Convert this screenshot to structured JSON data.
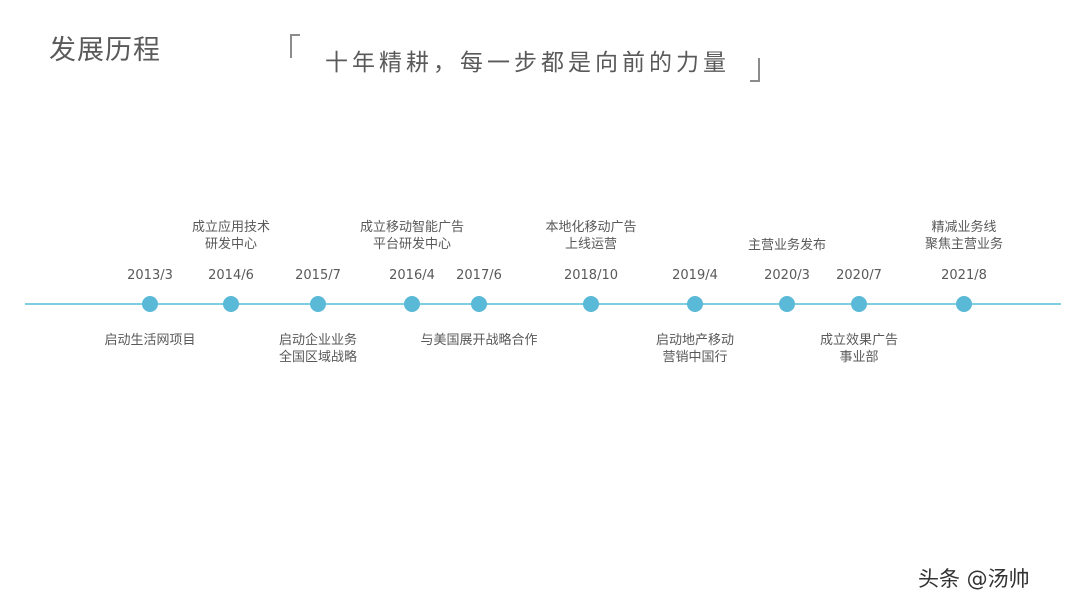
{
  "title": "发展历程",
  "slogan": "十年精耕，每一步都是向前的力量",
  "watermark": "头条 @汤帅",
  "timeline": [
    {
      "date": "2013/3",
      "position": "below",
      "lines": [
        "启动生活网项目"
      ]
    },
    {
      "date": "2014/6",
      "position": "above",
      "lines": [
        "成立应用技术",
        "研发中心"
      ]
    },
    {
      "date": "2015/7",
      "position": "below",
      "lines": [
        "启动企业业务",
        "全国区域战略"
      ]
    },
    {
      "date": "2016/4",
      "position": "above",
      "lines": [
        "成立移动智能广告",
        "平台研发中心"
      ]
    },
    {
      "date": "2017/6",
      "position": "below",
      "lines": [
        "与美国展开战略合作"
      ]
    },
    {
      "date": "2018/10",
      "position": "above",
      "lines": [
        "本地化移动广告",
        "上线运营"
      ]
    },
    {
      "date": "2019/4",
      "position": "below",
      "lines": [
        "启动地产移动",
        "营销中国行"
      ]
    },
    {
      "date": "2020/3",
      "position": "above",
      "lines": [
        "主营业务发布"
      ]
    },
    {
      "date": "2020/7",
      "position": "below",
      "lines": [
        "成立效果广告",
        "事业部"
      ]
    },
    {
      "date": "2021/8",
      "position": "above",
      "lines": [
        "精减业务线",
        "聚焦主营业务"
      ]
    }
  ],
  "colors": {
    "axis": "#7ecde0",
    "dot": "#5ab9d7",
    "text": "#595959"
  }
}
